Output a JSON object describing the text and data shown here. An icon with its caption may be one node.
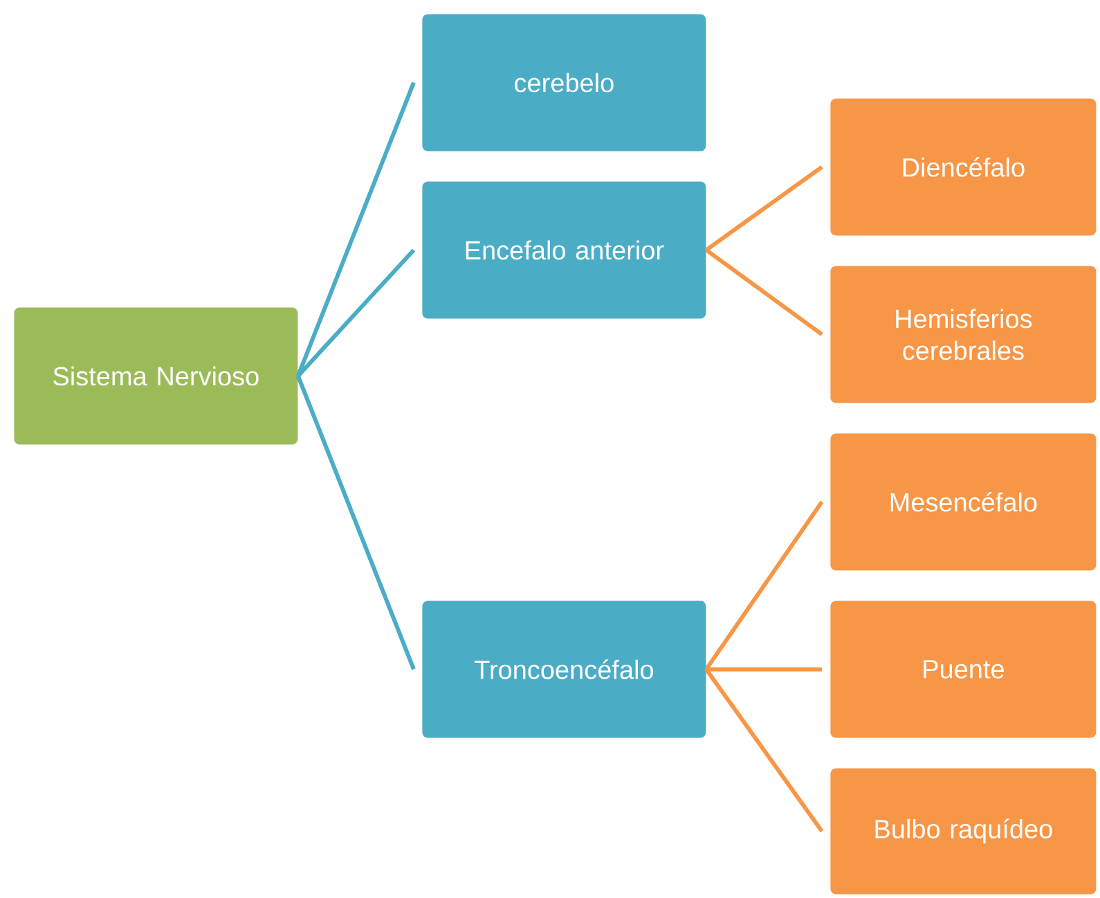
{
  "diagram": {
    "nodes": [
      {
        "text": [
          "Sistema Nervioso"
        ]
      },
      {
        "text": [
          "cerebelo"
        ]
      },
      {
        "text": [
          "Encefalo anterior"
        ]
      },
      {
        "text": [
          "Troncoencéfalo"
        ]
      },
      {
        "text": [
          "Diencéfalo"
        ]
      },
      {
        "text": [
          "Hemisferios cerebrales"
        ]
      },
      {
        "text": [
          "Mesencéfalo"
        ]
      },
      {
        "text": [
          "Puente"
        ]
      },
      {
        "text": [
          "Bulbo raquídeo"
        ]
      }
    ],
    "edges": [
      {
        "from": 0,
        "to": 1,
        "arrow": "none",
        "color": "#4bacc6"
      },
      {
        "from": 0,
        "to": 2,
        "arrow": "none",
        "color": "#4bacc6"
      },
      {
        "from": 0,
        "to": 3,
        "arrow": "none",
        "color": "#4bacc6"
      },
      {
        "from": 2,
        "to": 4,
        "arrow": "none"
      },
      {
        "from": 2,
        "to": 5,
        "arrow": "none"
      },
      {
        "from": 3,
        "to": 6,
        "arrow": "none"
      },
      {
        "from": 3,
        "to": 7,
        "arrow": "none"
      },
      {
        "from": 3,
        "to": 8,
        "arrow": "none"
      }
    ]
  }
}
